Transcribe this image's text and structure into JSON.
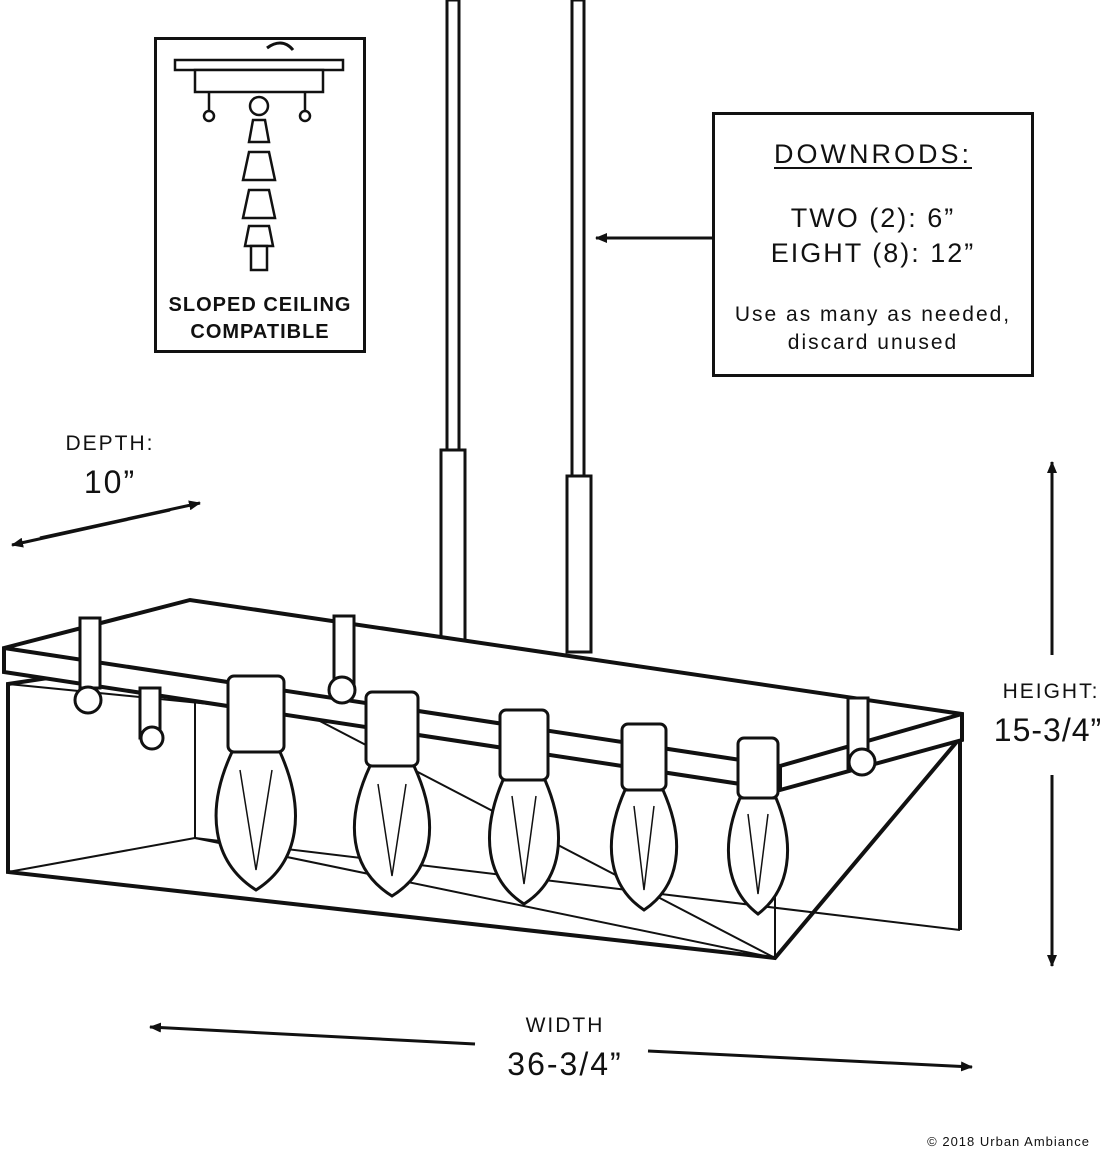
{
  "sloped_ceiling": {
    "line1": "SLOPED CEILING",
    "line2": "COMPATIBLE"
  },
  "downrods": {
    "heading": "DOWNRODS:",
    "line1": "TWO (2): 6”",
    "line2": "EIGHT (8): 12”",
    "note1": "Use as many as needed,",
    "note2": "discard unused"
  },
  "dimensions": {
    "depth_label": "DEPTH:",
    "depth_value": "10”",
    "height_label": "HEIGHT:",
    "height_value": "15-3/4”",
    "width_label": "WIDTH",
    "width_value": "36-3/4”"
  },
  "copyright": "© 2018 Urban Ambiance",
  "colors": {
    "ink": "#111111",
    "background": "#ffffff"
  }
}
